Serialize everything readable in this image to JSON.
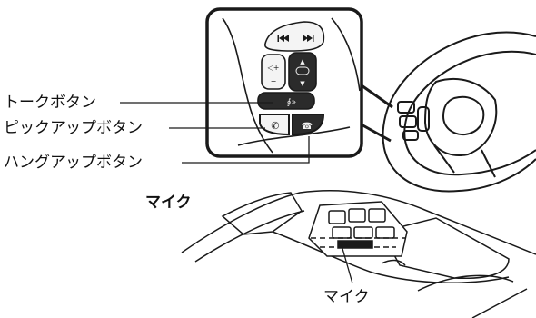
{
  "labels": {
    "talk": "トークボタン",
    "pickup": "ピックアップボタン",
    "hangup": "ハングアップボタン",
    "mic_title": "マイク",
    "mic_callout": "マイク"
  },
  "icons": {
    "talk": "voice-icon",
    "pickup": "phone-pickup-icon",
    "hangup": "phone-hangup-icon",
    "prev_track": "skip-back-icon",
    "next_track": "skip-forward-icon",
    "mode": "mode-icon",
    "volume": "volume-icon"
  },
  "colors": {
    "line": "#1a1a1a",
    "highlight": "#222222",
    "background": "#ffffff",
    "button_fill": "#2b2b2b",
    "button_glyph": "#f2f2f2"
  }
}
